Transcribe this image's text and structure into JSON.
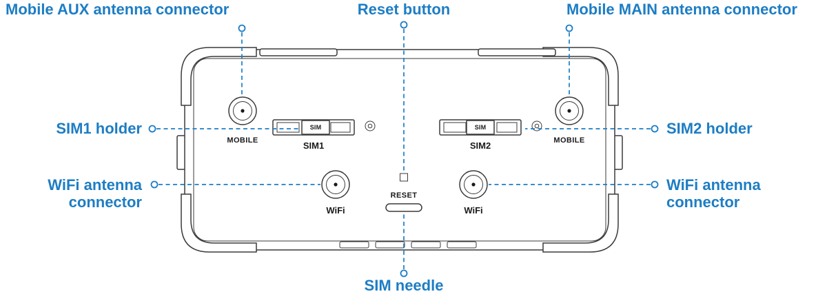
{
  "colors": {
    "accent": "#1d7dc4",
    "outline": "#3a3a3a",
    "device_text": "#1a1a1a"
  },
  "callouts": {
    "mobile_aux": {
      "label": "Mobile AUX antenna connector"
    },
    "reset_button": {
      "label": "Reset button"
    },
    "mobile_main": {
      "label": "Mobile MAIN antenna connector"
    },
    "sim1_holder": {
      "label": "SIM1 holder"
    },
    "sim2_holder": {
      "label": "SIM2 holder"
    },
    "wifi_left": {
      "line1": "WiFi antenna",
      "line2": "connector"
    },
    "wifi_right": {
      "line1": "WiFi antenna",
      "line2": "connector"
    },
    "sim_needle": {
      "label": "SIM needle"
    }
  },
  "device": {
    "mobile_left_label": "MOBILE",
    "mobile_right_label": "MOBILE",
    "sim1_label": "SIM1",
    "sim2_label": "SIM2",
    "sim1_chip": "SIM",
    "sim2_chip": "SIM",
    "wifi_left_label": "WiFi",
    "wifi_right_label": "WiFi",
    "reset_label": "RESET"
  }
}
